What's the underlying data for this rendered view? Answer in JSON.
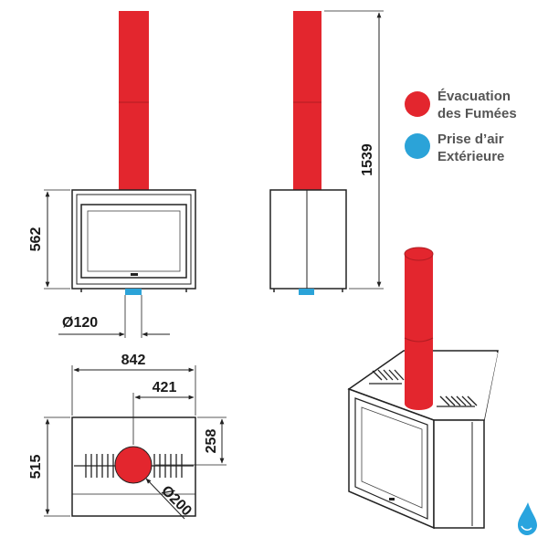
{
  "colors": {
    "smoke_pipe": "#e3262e",
    "air_intake": "#2ba3d8",
    "outline": "#222222",
    "glass": "#ffffff",
    "logo": "#29a4de"
  },
  "legend": {
    "smoke_label_line1": "Évacuation",
    "smoke_label_line2": "des Fumées",
    "air_label_line1": "Prise d’air",
    "air_label_line2": "Extérieure"
  },
  "dimensions": {
    "front_height": "562",
    "air_diameter": "Ø120",
    "total_height": "1539",
    "width": "842",
    "flue_offset": "421",
    "depth": "515",
    "flue_depth_offset": "258",
    "flue_diameter": "Ø200"
  }
}
